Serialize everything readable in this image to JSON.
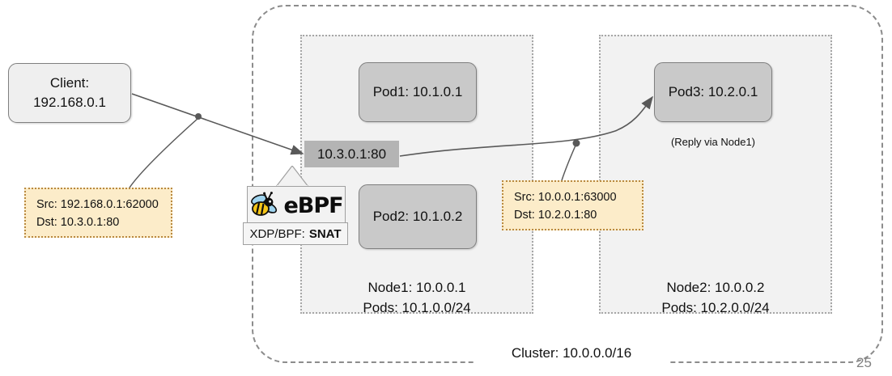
{
  "diagram": {
    "title": "eBPF XDP SNAT packet path across Kubernetes cluster nodes",
    "page_number": "25",
    "colors": {
      "cluster_border": "#8c8c8c",
      "node_fill": "#f2f2f2",
      "node_border": "#a6a6a6",
      "pod_fill": "#c9c9c9",
      "client_fill": "#efefef",
      "service_fill": "#b4b4b4",
      "annotation_fill": "#fcecc9",
      "annotation_border": "#b9893f",
      "connector": "#595959",
      "page_number": "#808080",
      "bee_body": "#f5c518",
      "bee_wing": "#9fd4ef"
    }
  },
  "client": {
    "name": "client-node",
    "line1": "Client:",
    "line2": "192.168.0.1"
  },
  "cluster": {
    "label": "Cluster: 10.0.0.0/16"
  },
  "nodes": [
    {
      "id": "node1",
      "line1": "Node1: 10.0.0.1",
      "line2": "Pods: 10.1.0.0/24"
    },
    {
      "id": "node2",
      "line1": "Node2: 10.0.0.2",
      "line2": "Pods: 10.2.0.0/24"
    }
  ],
  "pods": [
    {
      "id": "pod1",
      "label": "Pod1: 10.1.0.1"
    },
    {
      "id": "pod2",
      "label": "Pod2: 10.1.0.2"
    },
    {
      "id": "pod3",
      "label": "Pod3: 10.2.0.1",
      "note": "(Reply via Node1)"
    }
  ],
  "service": {
    "label": "10.3.0.1:80"
  },
  "ebpf": {
    "logo_text": "eBPF",
    "logo_icon": "bee-icon",
    "program_prefix": "XDP/BPF:",
    "program_action": "SNAT"
  },
  "annotations": [
    {
      "id": "annot1",
      "src": "Src: 192.168.0.1:62000",
      "dst": "Dst: 10.3.0.1:80"
    },
    {
      "id": "annot2",
      "src": "Src: 10.0.0.1:63000",
      "dst": "Dst: 10.2.0.1:80"
    }
  ]
}
